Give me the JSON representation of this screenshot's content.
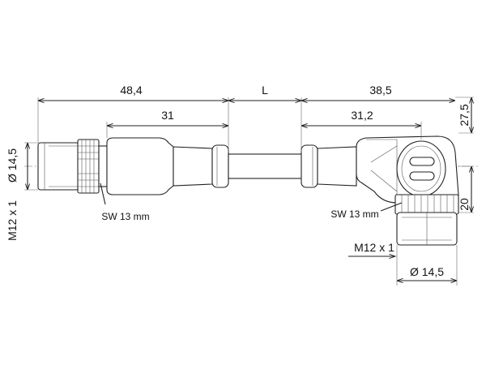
{
  "dimensions": {
    "left_length": "48,4",
    "cable_length": "L",
    "right_length": "38,5",
    "left_body": "31",
    "right_body": "31,2",
    "right_height": "27,5",
    "right_offset": "20",
    "left_diameter": "Ø 14,5",
    "left_thread": "M12 x 1",
    "right_thread": "M12 x 1",
    "right_diameter": "Ø 14,5"
  },
  "labels": {
    "left_wrench": "SW 13 mm",
    "right_wrench": "SW 13 mm"
  },
  "colors": {
    "line": "#222222",
    "background": "#ffffff"
  }
}
